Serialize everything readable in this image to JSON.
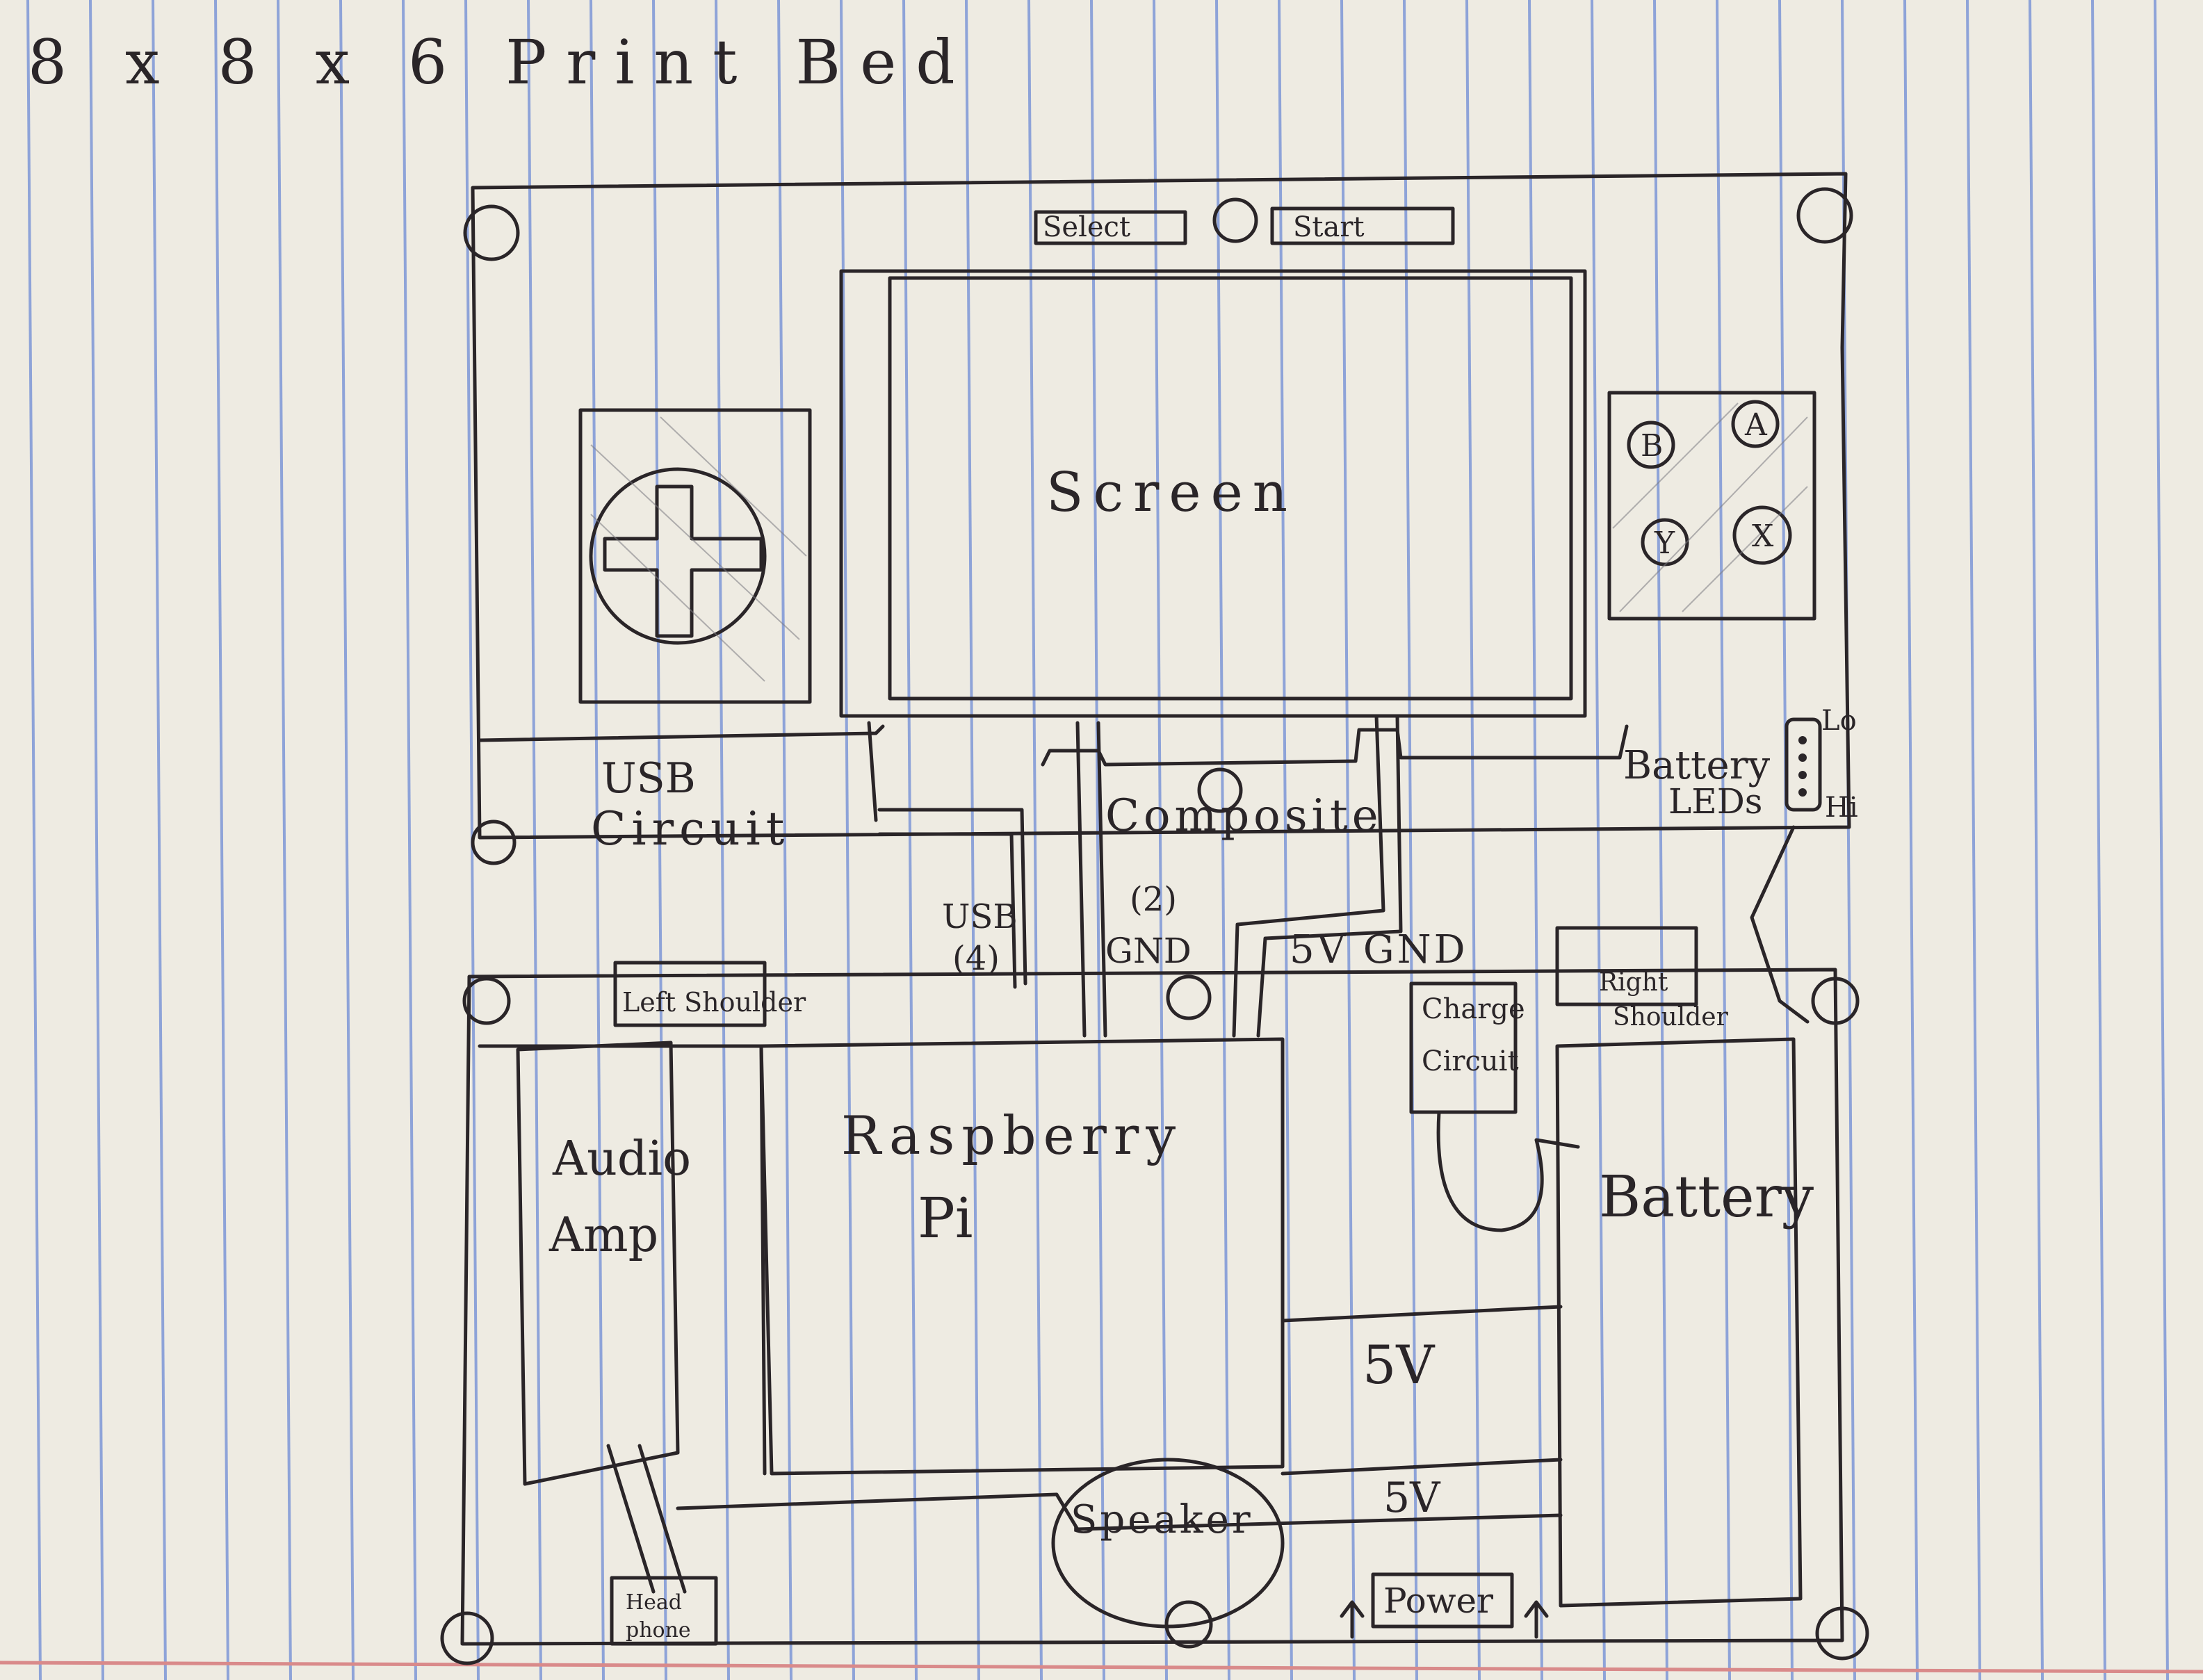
{
  "title": "8 x 8 x 6 Print Bed",
  "labels": {
    "select": "Select",
    "start": "Start",
    "screen": "Screen",
    "btn_b": "B",
    "btn_a": "A",
    "btn_y": "Y",
    "btn_x": "X",
    "usb_circuit_1": "USB",
    "usb_circuit_2": "Circuit",
    "composite": "Composite",
    "battery_leds_1": "Battery",
    "battery_leds_2": "LEDs",
    "lo": "Lo",
    "hi": "Hi",
    "usb4_1": "USB",
    "usb4_2": "(4)",
    "gnd2_1": "(2)",
    "gnd2_2": "GND",
    "fivev_gnd": "5V GND",
    "left_shoulder": "Left Shoulder",
    "right_shoulder_1": "Right",
    "right_shoulder_2": "Shoulder",
    "charge_1": "Charge",
    "charge_2": "Circuit",
    "audio_1": "Audio",
    "audio_2": "Amp",
    "rpi_1": "Raspberry",
    "rpi_2": "Pi",
    "battery": "Battery",
    "fivev_mid": "5V",
    "fivev_low": "5V",
    "speaker": "Speaker",
    "power": "Power",
    "head_1": "Head",
    "head_2": "phone"
  },
  "colors": {
    "paper": "#f4f2ec",
    "rule": "#8ea3d8",
    "margin": "#d98a8a",
    "ink": "#2a2528"
  }
}
